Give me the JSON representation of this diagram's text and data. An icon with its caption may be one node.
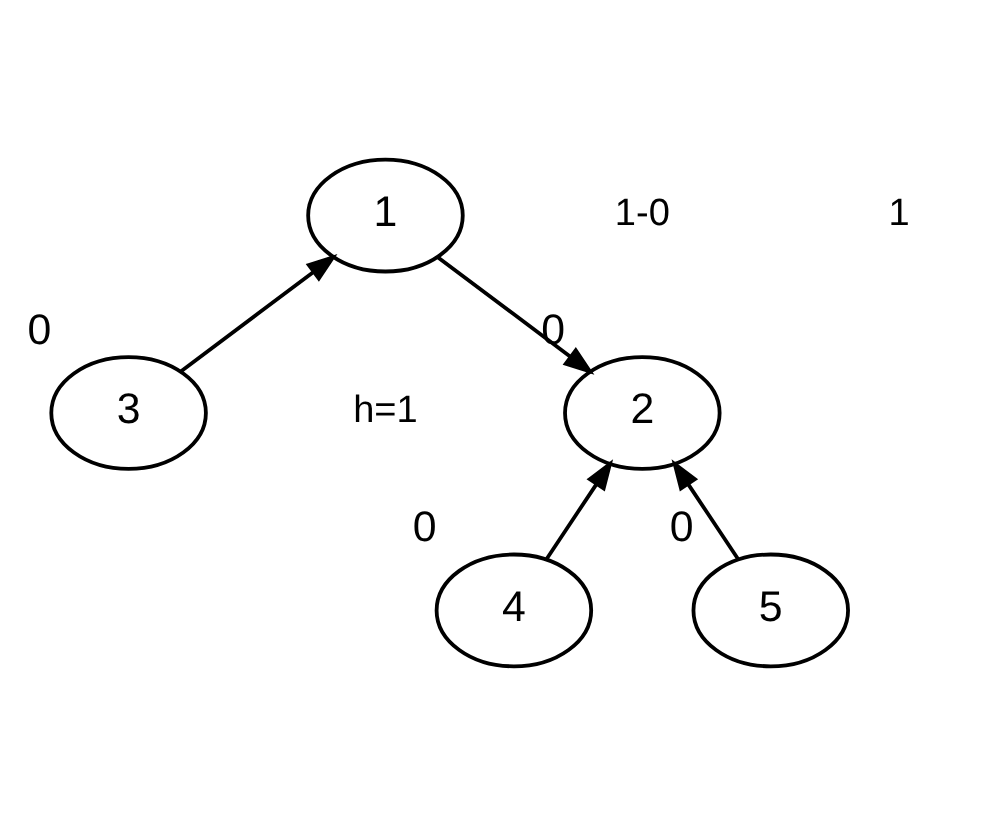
{
  "diagram": {
    "nodes": [
      {
        "text": [
          "1"
        ]
      },
      {
        "text": [
          "2"
        ],
        "beside": [
          "0"
        ]
      },
      {
        "text": [
          "3"
        ],
        "beside": [
          "0"
        ]
      },
      {
        "text": [
          "4"
        ],
        "beside": [
          "0"
        ]
      },
      {
        "text": [
          "5"
        ],
        "beside": [
          "0"
        ]
      }
    ],
    "edges": [
      {
        "from": 0,
        "to": 1,
        "arrow": "to"
      },
      {
        "from": 2,
        "to": 0,
        "arrow": "to"
      },
      {
        "from": 3,
        "to": 1,
        "arrow": "to"
      },
      {
        "from": 4,
        "to": 1,
        "arrow": "to"
      }
    ],
    "labels": [
      "1-0",
      "1",
      "h=1"
    ]
  }
}
